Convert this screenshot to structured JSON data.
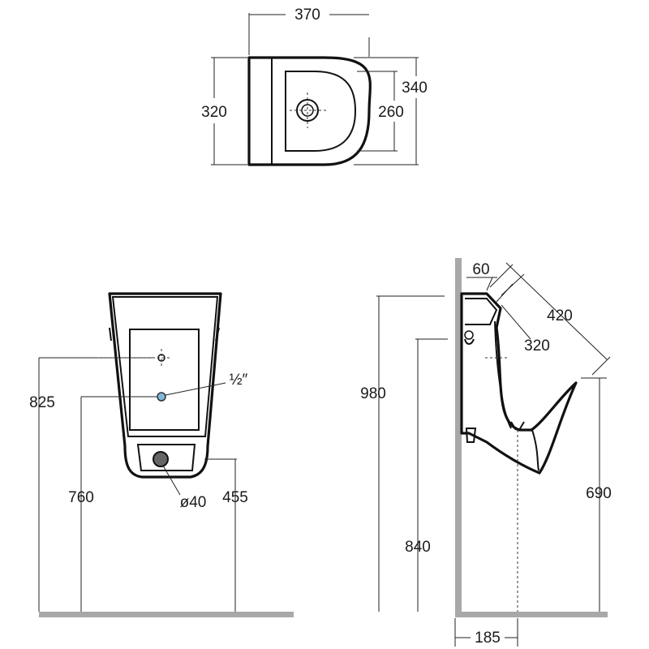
{
  "top_view": {
    "width_label": "370",
    "height_label": "320",
    "depth_label": "340",
    "inner_label": "260"
  },
  "front_view": {
    "height_825_label": "825",
    "height_760_label": "760",
    "height_455_label": "455",
    "inlet_label": "½″",
    "outlet_label": "ø40"
  },
  "side_view": {
    "height_980_label": "980",
    "height_840_label": "840",
    "height_690_label": "690",
    "depth_185_label": "185",
    "dim_60_label": "60",
    "dim_420_label": "420",
    "dim_320_label": "320"
  },
  "colors": {
    "line": "#111111",
    "wall": "#a8a8a8",
    "background": "#ffffff"
  }
}
